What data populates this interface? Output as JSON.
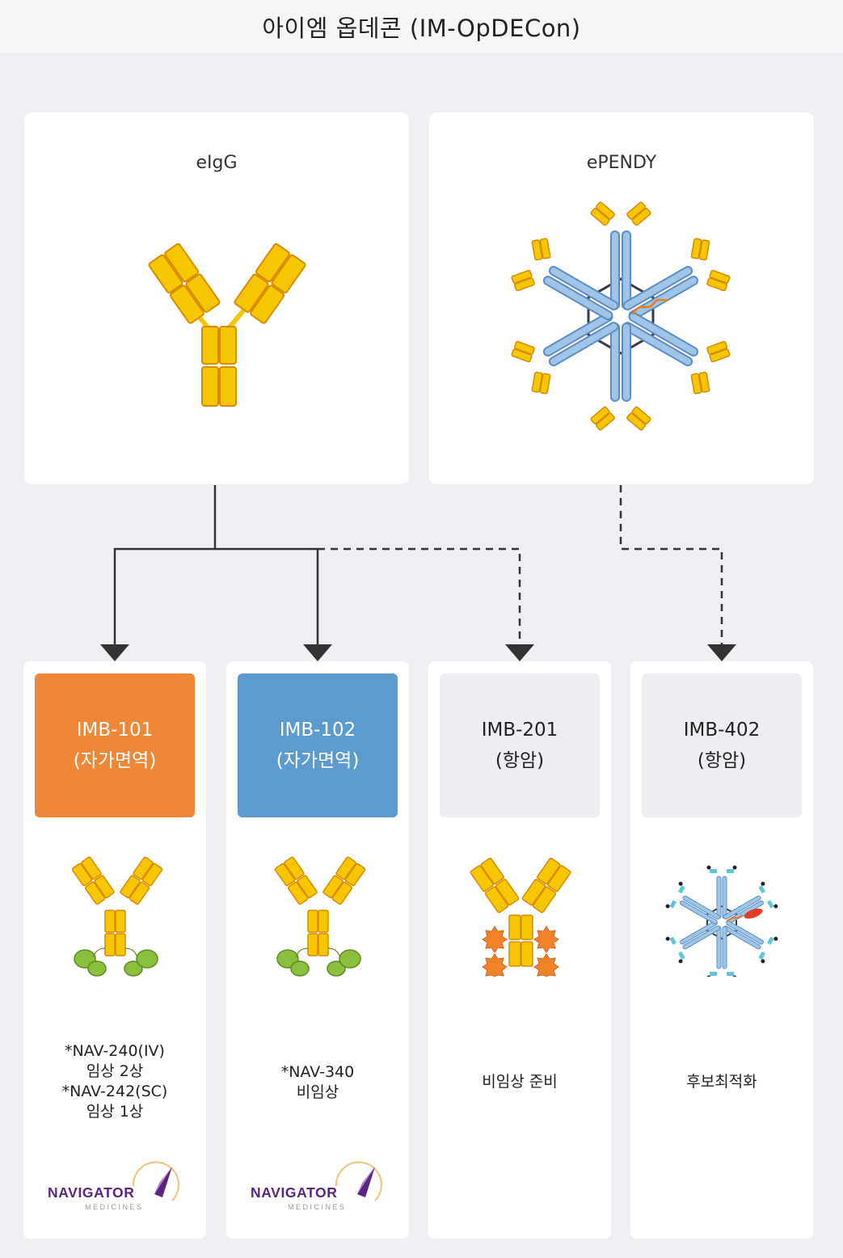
{
  "title": "아이엠 옵데콘 (IM-OpDECon)",
  "platforms": [
    {
      "label": "eIgG"
    },
    {
      "label": "ePENDY"
    }
  ],
  "candidates": [
    {
      "name": "IMB-101",
      "indication": "(자가면역)",
      "status_lines": [
        "*NAV-240(IV)",
        "임상 2상",
        "*NAV-242(SC)",
        "임상 1상"
      ],
      "partner": "NAVIGATOR",
      "partner_sub": "MEDICINES"
    },
    {
      "name": "IMB-102",
      "indication": "(자가면역)",
      "status_lines": [
        "*NAV-340",
        "비임상"
      ],
      "partner": "NAVIGATOR",
      "partner_sub": "MEDICINES"
    },
    {
      "name": "IMB-201",
      "indication": "(항암)",
      "status_lines": [
        "비임상 준비"
      ]
    },
    {
      "name": "IMB-402",
      "indication": "(항암)",
      "status_lines": [
        "후보최적화"
      ]
    }
  ],
  "colors": {
    "orange": "#ee8838",
    "blue": "#5b9bd0",
    "gray": "#edeef1",
    "gold": "#f6c700",
    "gold_stroke": "#d98a00",
    "partner_purple": "#5a2483"
  }
}
